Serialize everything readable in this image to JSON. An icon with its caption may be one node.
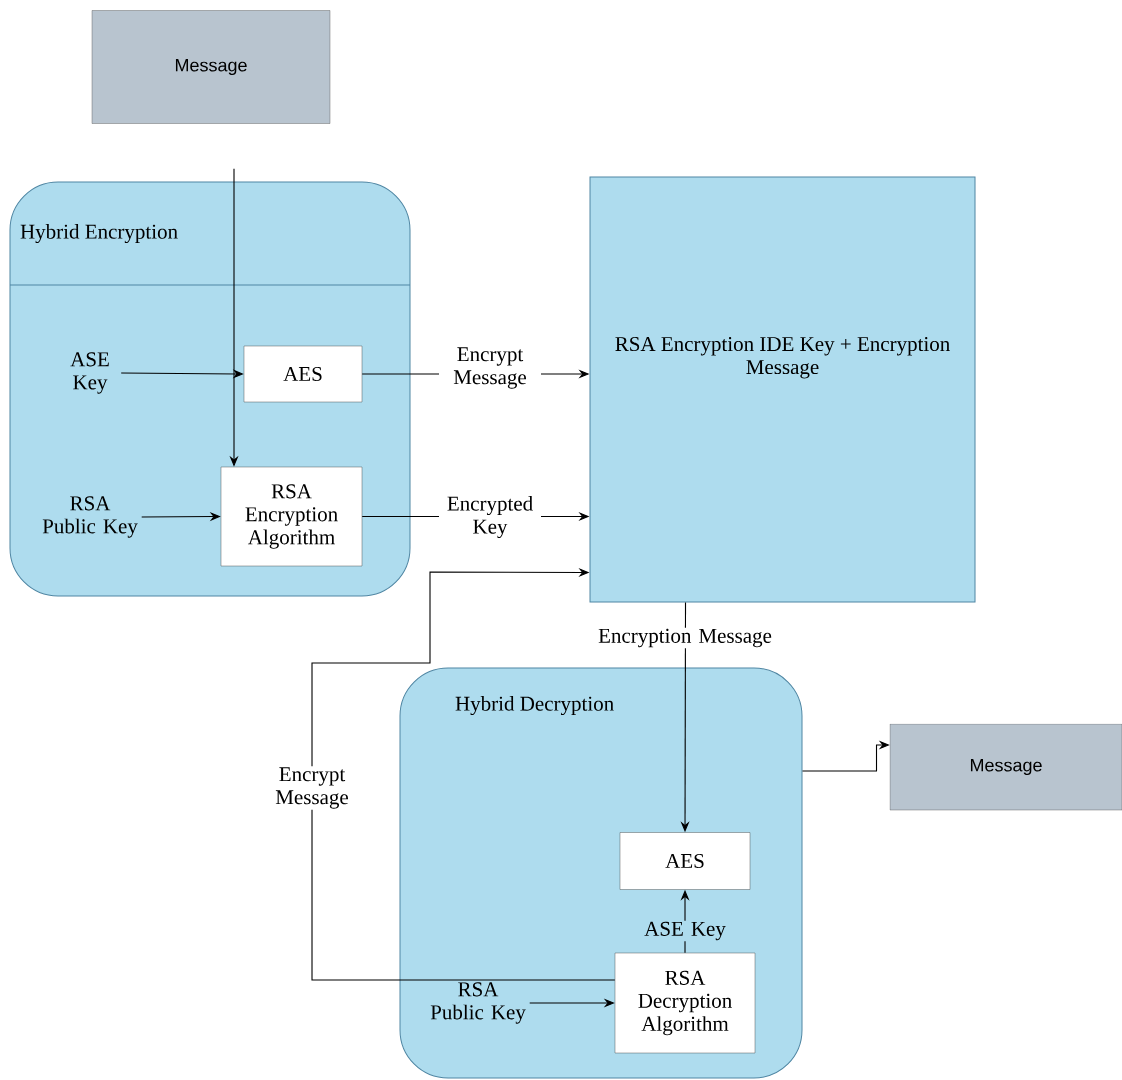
{
  "diagram": {
    "nodes": [
      {
        "text": [
          "Message"
        ]
      },
      {
        "text": [
          "Hybrid Encryption"
        ]
      },
      {
        "text": [
          "ASE Key"
        ],
        "in": 1
      },
      {
        "text": [
          "AES"
        ],
        "in": 1
      },
      {
        "text": [
          "RSA Public Key"
        ],
        "in": 1
      },
      {
        "text": [
          "RSA Encryption Algorithm"
        ],
        "in": 1
      },
      {
        "text": [
          "RSA Encryption IDE Key + Encryption Message"
        ]
      },
      {
        "text": [
          "Hybrid Decryption"
        ]
      },
      {
        "text": [
          "AES"
        ],
        "in": 7
      },
      {
        "text": [
          "RSA Decryption Algorithm"
        ],
        "in": 7
      },
      {
        "text": [
          "RSA Public Key"
        ],
        "in": 7
      },
      {
        "text": [
          "Message"
        ]
      }
    ],
    "edges": [
      {
        "from": 0,
        "to": 5,
        "arrow": "to"
      },
      {
        "from": 2,
        "to": 3,
        "arrow": "to"
      },
      {
        "from": 4,
        "to": 5,
        "arrow": "to"
      },
      {
        "from": 3,
        "to": 6,
        "arrow": "to",
        "label": "Encrypt Message"
      },
      {
        "from": 5,
        "to": 6,
        "arrow": "to",
        "label": "Encrypted Key"
      },
      {
        "from": 9,
        "to": 6,
        "arrow": "to",
        "label": "Encrypt Message"
      },
      {
        "from": 6,
        "to": 8,
        "arrow": "to",
        "label": "Encryption Message"
      },
      {
        "from": 9,
        "to": 8,
        "arrow": "to",
        "label": "ASE Key"
      },
      {
        "from": 10,
        "to": 9,
        "arrow": "to"
      },
      {
        "from": 7,
        "to": 11,
        "arrow": "to"
      }
    ]
  }
}
